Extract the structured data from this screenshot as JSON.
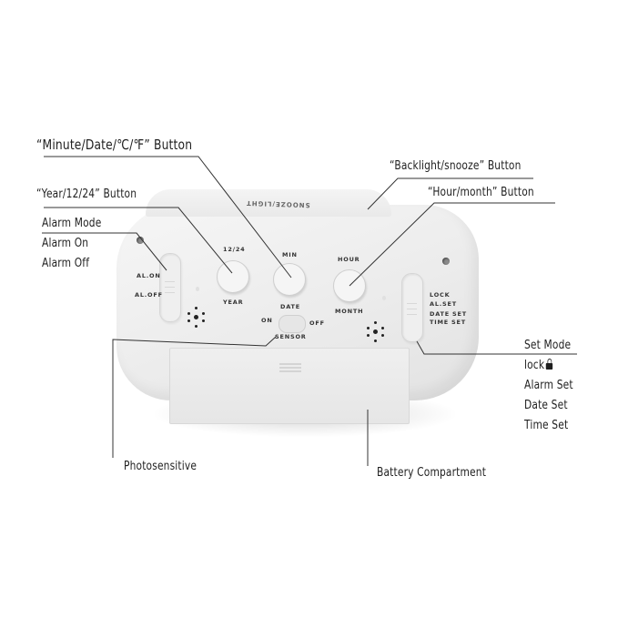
{
  "callouts": {
    "minute_date_button": "“Minute/Date/℃/℉” Button",
    "year_1224_button": "“Year/12/24” Button",
    "alarm_mode": {
      "title": "Alarm Mode",
      "options": [
        "Alarm On",
        "Alarm Off"
      ]
    },
    "backlight_snooze_button": "“Backlight/snooze” Button",
    "hour_month_button": "“Hour/month” Button",
    "set_mode": {
      "title": "Set Mode",
      "options": [
        "lock",
        "Alarm Set",
        "Date Set",
        "Time Set"
      ],
      "lock_icon": "padlock-icon"
    },
    "photosensitive": "Photosensitive",
    "battery_compartment": "Battery Compartment"
  },
  "device": {
    "top_label": "SNOOZE/LIGHT",
    "buttons": {
      "year": {
        "top": "12/24",
        "bottom": "YEAR"
      },
      "min": {
        "top": "MIN",
        "bottom": "DATE"
      },
      "hour": {
        "top": "HOUR",
        "bottom": "MONTH"
      }
    },
    "alarm_switch": {
      "on": "AL.ON",
      "off": "AL.OFF"
    },
    "set_switch": {
      "positions": [
        "LOCK",
        "AL.SET",
        "DATE SET",
        "TIME SET"
      ]
    },
    "sensor_switch": {
      "on": "ON",
      "off": "OFF",
      "label": "SENSOR"
    }
  },
  "colors": {
    "body": "#ececec",
    "text": "#1f1f1f",
    "line": "#333333"
  }
}
